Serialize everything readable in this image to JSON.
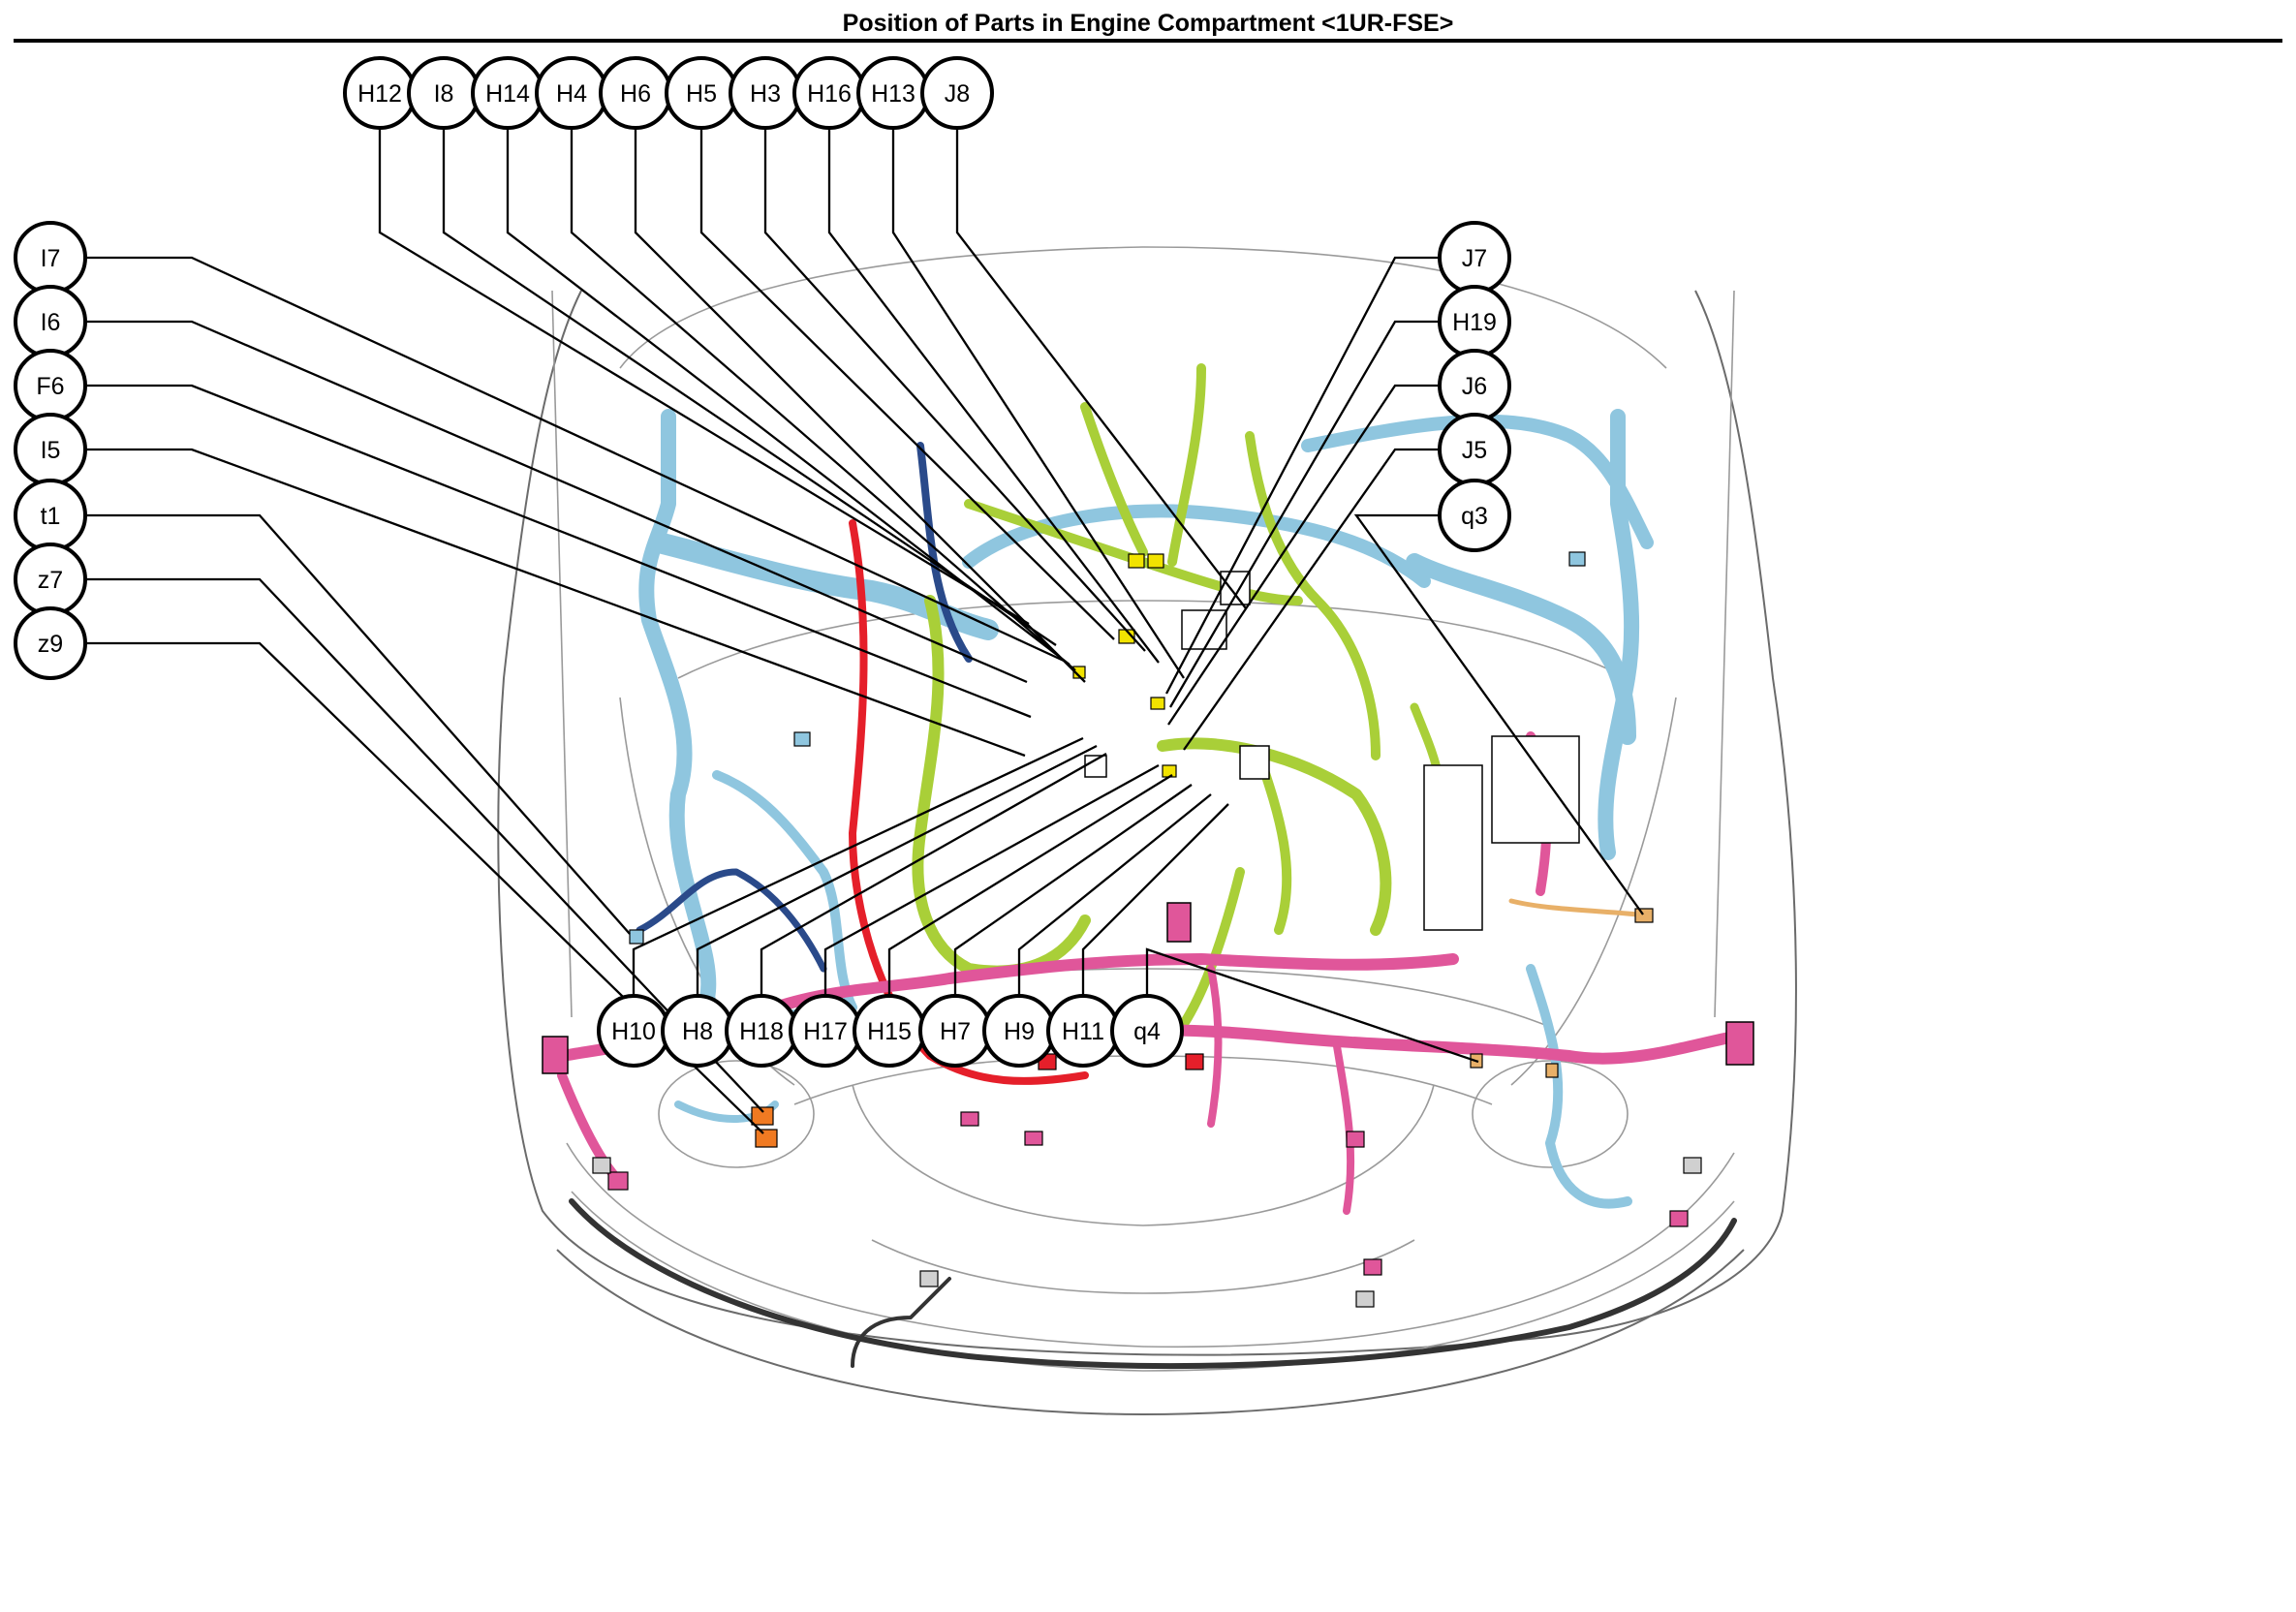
{
  "title": "Position of Parts in Engine Compartment <1UR-FSE>",
  "colors": {
    "callout_border": "#000000",
    "leader_line": "#000000",
    "harness_blue": "#8fc6df",
    "harness_green": "#a9cf38",
    "harness_pink": "#e0569a",
    "harness_red": "#e51f2a",
    "harness_navy": "#2a4a8a",
    "connector_orange": "#f07a22",
    "connector_yellow": "#f2e300",
    "connector_tan": "#e8b068",
    "vehicle_outline": "#6b6b6b"
  },
  "callouts": {
    "top": [
      "H12",
      "I8",
      "H14",
      "H4",
      "H6",
      "H5",
      "H3",
      "H16",
      "H13",
      "J8"
    ],
    "left": [
      "I7",
      "I6",
      "F6",
      "I5",
      "t1",
      "z7",
      "z9"
    ],
    "right": [
      "J7",
      "H19",
      "J6",
      "J5",
      "q3"
    ],
    "bottom": [
      "H10",
      "H8",
      "H18",
      "H17",
      "H15",
      "H7",
      "H9",
      "H11",
      "q4"
    ]
  }
}
